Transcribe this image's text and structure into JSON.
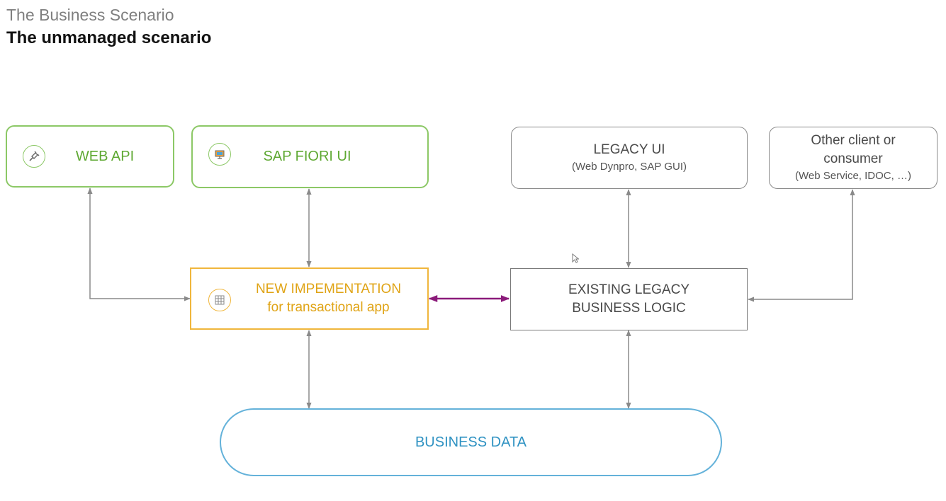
{
  "header": {
    "supertitle": "The Business Scenario",
    "title": "The unmanaged scenario"
  },
  "nodes": {
    "web_api": {
      "label": "WEB API",
      "icon": "plug-icon"
    },
    "sap_fiori": {
      "label": "SAP FIORI UI",
      "icon": "monitor-icon"
    },
    "legacy_ui": {
      "label": "LEGACY UI",
      "sublabel": "(Web Dynpro, SAP GUI)"
    },
    "other_client": {
      "label_line1": "Other client or",
      "label_line2": "consumer",
      "sublabel": "(Web Service, IDOC, …)"
    },
    "new_impl": {
      "label_line1": "NEW IMPEMENTATION",
      "label_line2": "for transactional app",
      "icon": "grid-icon"
    },
    "legacy_logic": {
      "label_line1": "EXISTING LEGACY",
      "label_line2": "BUSINESS LOGIC"
    },
    "business_data": {
      "label": "BUSINESS DATA"
    }
  },
  "colors": {
    "green": "#8cc866",
    "gold": "#f0b63c",
    "blue": "#64b2da",
    "gray": "#8a8a8a",
    "link": "#8b1a7a"
  }
}
